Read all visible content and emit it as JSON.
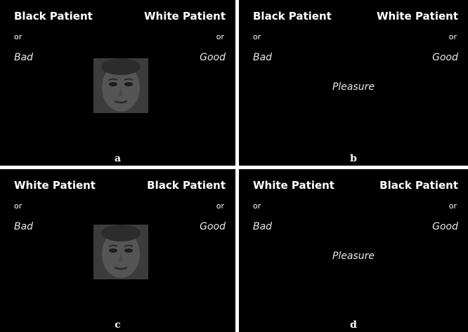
{
  "panels": [
    {
      "id": "a",
      "left_category": "Black Patient",
      "right_category": "White Patient",
      "connector": "or",
      "left_attribute": "Bad",
      "right_attribute": "Good",
      "stimulus_type": "face",
      "stimulus_word": "",
      "label": "a"
    },
    {
      "id": "b",
      "left_category": "Black Patient",
      "right_category": "White Patient",
      "connector": "or",
      "left_attribute": "Bad",
      "right_attribute": "Good",
      "stimulus_type": "word",
      "stimulus_word": "Pleasure",
      "label": "b"
    },
    {
      "id": "c",
      "left_category": "White Patient",
      "right_category": "Black Patient",
      "connector": "or",
      "left_attribute": "Bad",
      "right_attribute": "Good",
      "stimulus_type": "face",
      "stimulus_word": "",
      "label": "c"
    },
    {
      "id": "d",
      "left_category": "White Patient",
      "right_category": "Black Patient",
      "connector": "or",
      "left_attribute": "Bad",
      "right_attribute": "Good",
      "stimulus_type": "word",
      "stimulus_word": "Pleasure",
      "label": "d"
    }
  ],
  "colors": {
    "background": "#000000",
    "text": "#ffffff",
    "divider": "#ffffff",
    "face": "#3a3a3a"
  },
  "icons": {
    "face_stimulus": "face-photo"
  }
}
